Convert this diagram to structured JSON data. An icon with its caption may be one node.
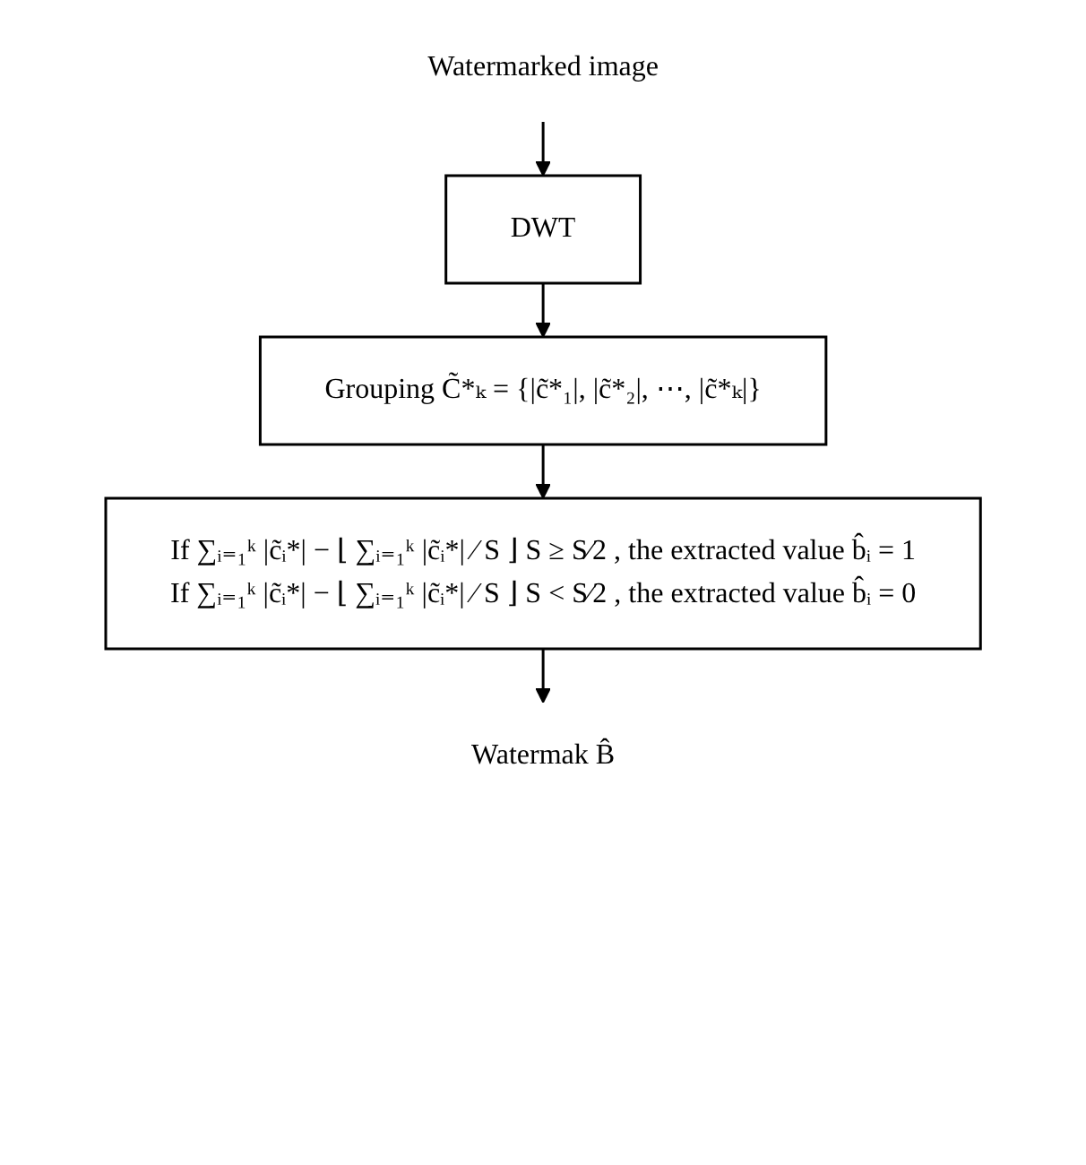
{
  "diagram": {
    "nodes": [
      {
        "text": [
          "Watermarked image"
        ]
      },
      {
        "text": [
          "DWT"
        ]
      },
      {
        "text": [
          "Grouping C̃*ₖ = {|c̃*₁|, |c̃*₂|, ⋯, |c̃*ₖ|}"
        ]
      },
      {
        "text": [
          "If ∑ᵢ₌₁ᵏ |c̃ᵢ*| − ⌊ ∑ᵢ₌₁ᵏ |c̃ᵢ*| ⁄ S ⌋ S ≥ S⁄2 , the extracted value b̂ᵢ = 1",
          "If ∑ᵢ₌₁ᵏ |c̃ᵢ*| − ⌊ ∑ᵢ₌₁ᵏ |c̃ᵢ*| ⁄ S ⌋ S < S⁄2 , the extracted value b̂ᵢ = 0"
        ]
      },
      {
        "text": [
          "Watermak B̂"
        ]
      }
    ],
    "edges": [
      {
        "from": 0,
        "to": 1,
        "arrow": "to"
      },
      {
        "from": 1,
        "to": 2,
        "arrow": "to"
      },
      {
        "from": 2,
        "to": 3,
        "arrow": "to"
      },
      {
        "from": 3,
        "to": 4,
        "arrow": "to"
      }
    ]
  }
}
